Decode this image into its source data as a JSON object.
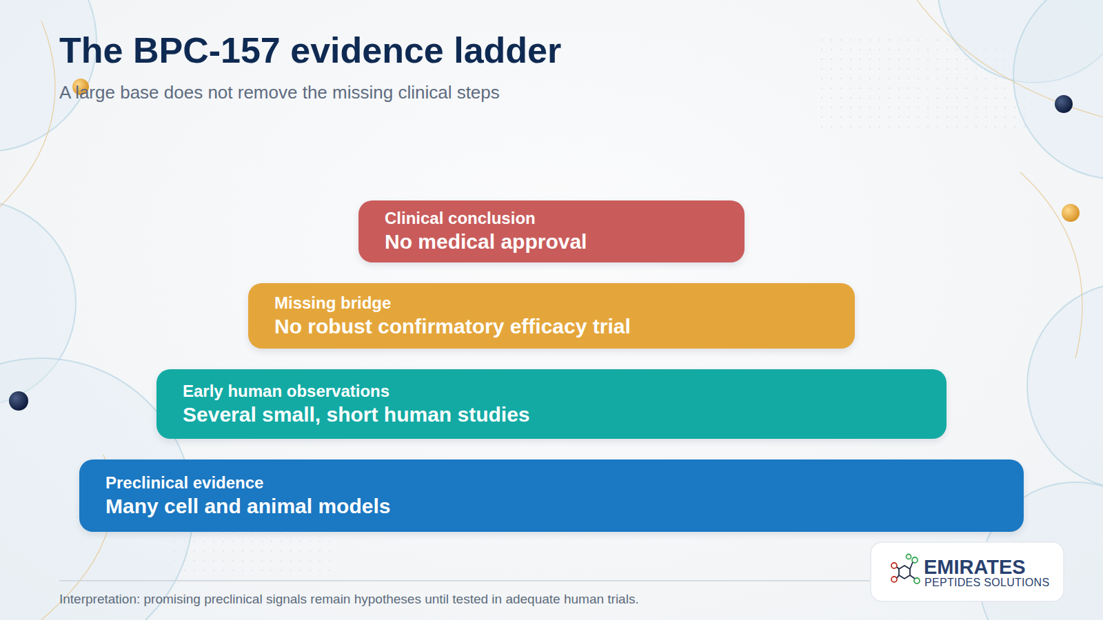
{
  "diagram": {
    "title": "The BPC-157 evidence ladder",
    "caption": "Interpretation: promising preclinical signals remain hypotheses until tested in adequate human trials.",
    "nodes": [
      {
        "text": [
          "Clinical conclusion",
          "No medical approval"
        ]
      },
      {
        "text": [
          "Missing bridge",
          "No robust confirmatory efficacy trial"
        ]
      },
      {
        "text": [
          "Early human observations",
          "Several small, short human studies"
        ]
      },
      {
        "text": [
          "Preclinical evidence",
          "Many cell and animal models"
        ]
      }
    ],
    "labels": [
      "A large base does not remove the missing clinical steps",
      "EMIRATES",
      "PEPTIDES SOLUTIONS"
    ]
  }
}
